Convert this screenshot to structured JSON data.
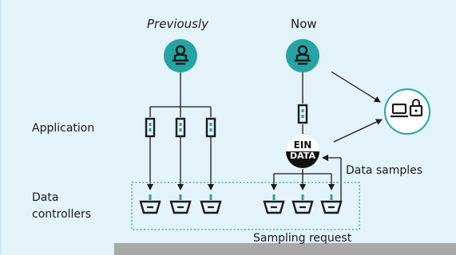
{
  "header": {
    "previously": "Previously",
    "now": "Now"
  },
  "labels": {
    "application": "Application",
    "data_controllers_line1": "Data",
    "data_controllers_line2": "controllers",
    "data_samples": "Data samples",
    "sampling_request": "Sampling request"
  },
  "hub": {
    "line1": "EIN",
    "line2": "DATA"
  },
  "colors": {
    "teal": "#27a3a3",
    "background": "#e4f2f9",
    "dark": "#1a1a1a"
  },
  "icons": {
    "user": "user-icon",
    "device": "device-icon",
    "controller": "bucket-icon",
    "secure_workstation": "laptop-lock-icon"
  }
}
